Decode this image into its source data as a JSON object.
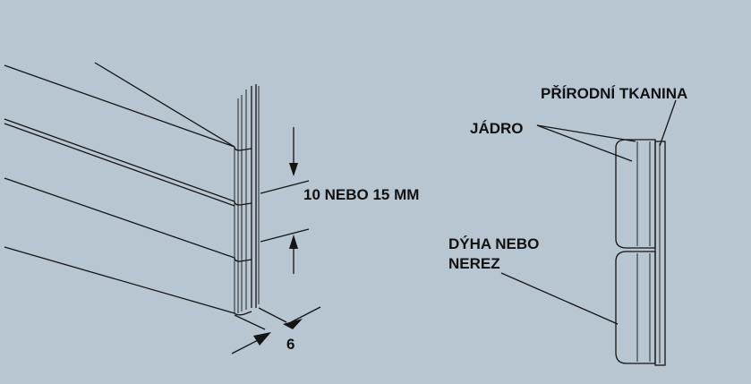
{
  "colors": {
    "background": "#b8c6d2",
    "line": "#141414"
  },
  "labels": {
    "height_dim": "10 NEBO 15 MM",
    "thickness_dim": "6",
    "natural_fabric": "PŘÍRODNÍ TKANINA",
    "core": "JÁDRO",
    "veneer_line1": "DÝHA NEBO",
    "veneer_line2": "NEREZ"
  }
}
